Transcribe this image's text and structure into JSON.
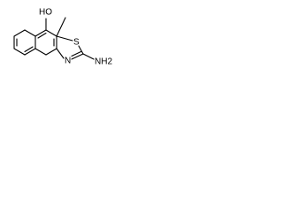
{
  "labels": {
    "hydroxyl": "HO",
    "methyl": "",
    "sulfur": "S",
    "nitrogen": "N",
    "amino": "NH2"
  },
  "colors": {
    "background": "#ffffff",
    "ink": "#000000"
  }
}
